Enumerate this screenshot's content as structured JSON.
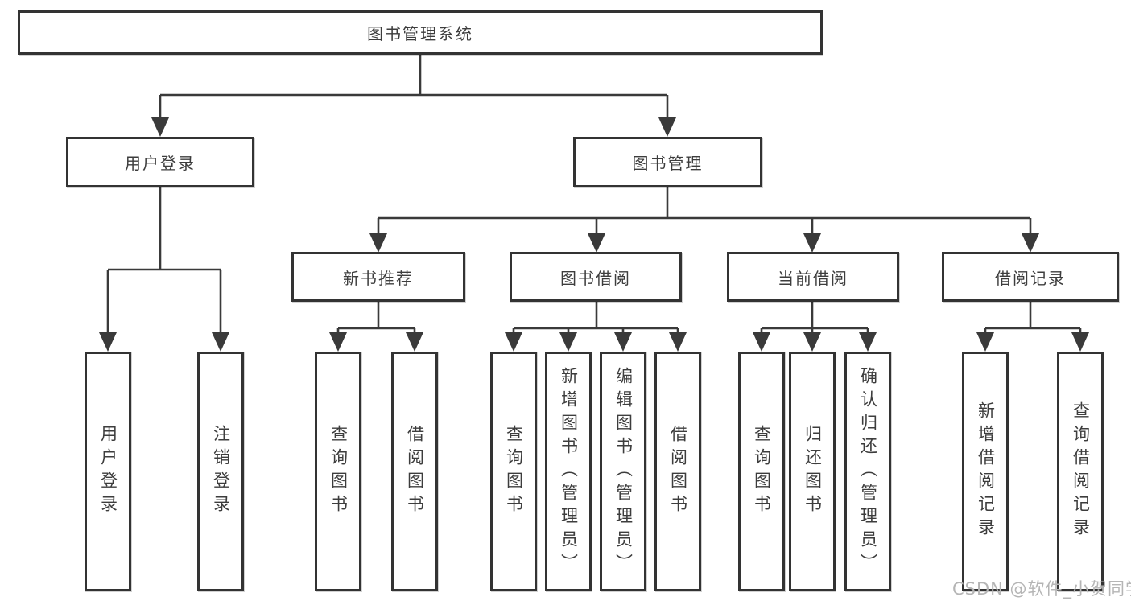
{
  "tree": {
    "root": {
      "label": "图书管理系统",
      "children": [
        {
          "label": "用户登录",
          "children": [
            {
              "label": "用户登录"
            },
            {
              "label": "注销登录"
            }
          ]
        },
        {
          "label": "图书管理",
          "children": [
            {
              "label": "新书推荐",
              "children": [
                {
                  "label": "查询图书"
                },
                {
                  "label": "借阅图书"
                }
              ]
            },
            {
              "label": "图书借阅",
              "children": [
                {
                  "label": "查询图书"
                },
                {
                  "label": "新增图书（管理员）"
                },
                {
                  "label": "编辑图书（管理员）"
                },
                {
                  "label": "借阅图书"
                }
              ]
            },
            {
              "label": "当前借阅",
              "children": [
                {
                  "label": "查询图书"
                },
                {
                  "label": "归还图书"
                },
                {
                  "label": "确认归还（管理员）"
                }
              ]
            },
            {
              "label": "借阅记录",
              "children": [
                {
                  "label": "新增借阅记录"
                },
                {
                  "label": "查询借阅记录"
                }
              ]
            }
          ]
        }
      ]
    }
  },
  "watermark": {
    "text": "CSDN @软件_小贺同学"
  },
  "colors": {
    "line": "#3a3a3a",
    "box_border": "#333333",
    "text": "#3d3d3d",
    "watermark": "#b5b5b5",
    "background": "#ffffff"
  }
}
